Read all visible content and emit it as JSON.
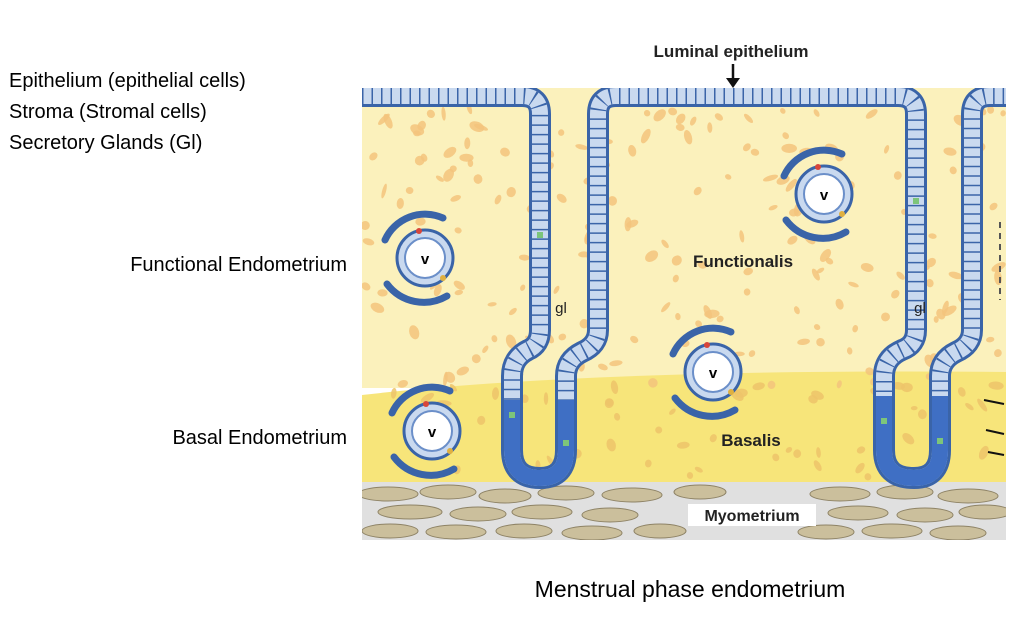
{
  "legend": {
    "line1": "Epithelium (epithelial cells)",
    "line2": "Stroma (Stromal cells)",
    "line3": "Secretory Glands (Gl)"
  },
  "side_labels": {
    "functional": "Functional Endometrium",
    "basal": "Basal Endometrium"
  },
  "diagram": {
    "luminal_label": "Luminal epithelium",
    "functionalis_label": "Functionalis",
    "basalis_label": "Basalis",
    "myometrium_label": "Myometrium",
    "gland_label": "gl",
    "vessel_label": "v"
  },
  "caption": "Menstrual phase endometrium",
  "colors": {
    "functionalis_fill": "#fbf1bc",
    "basalis_fill": "#f7e57a",
    "stromal_cell": "#f3c47c",
    "epithelium_fill": "#c9d9ef",
    "epithelium_border": "#3a64a8",
    "basal_gland_fill": "#3f6fc4",
    "myometrium_cell": "#cbbf9c",
    "myometrium_bg": "#e0e0e0"
  }
}
